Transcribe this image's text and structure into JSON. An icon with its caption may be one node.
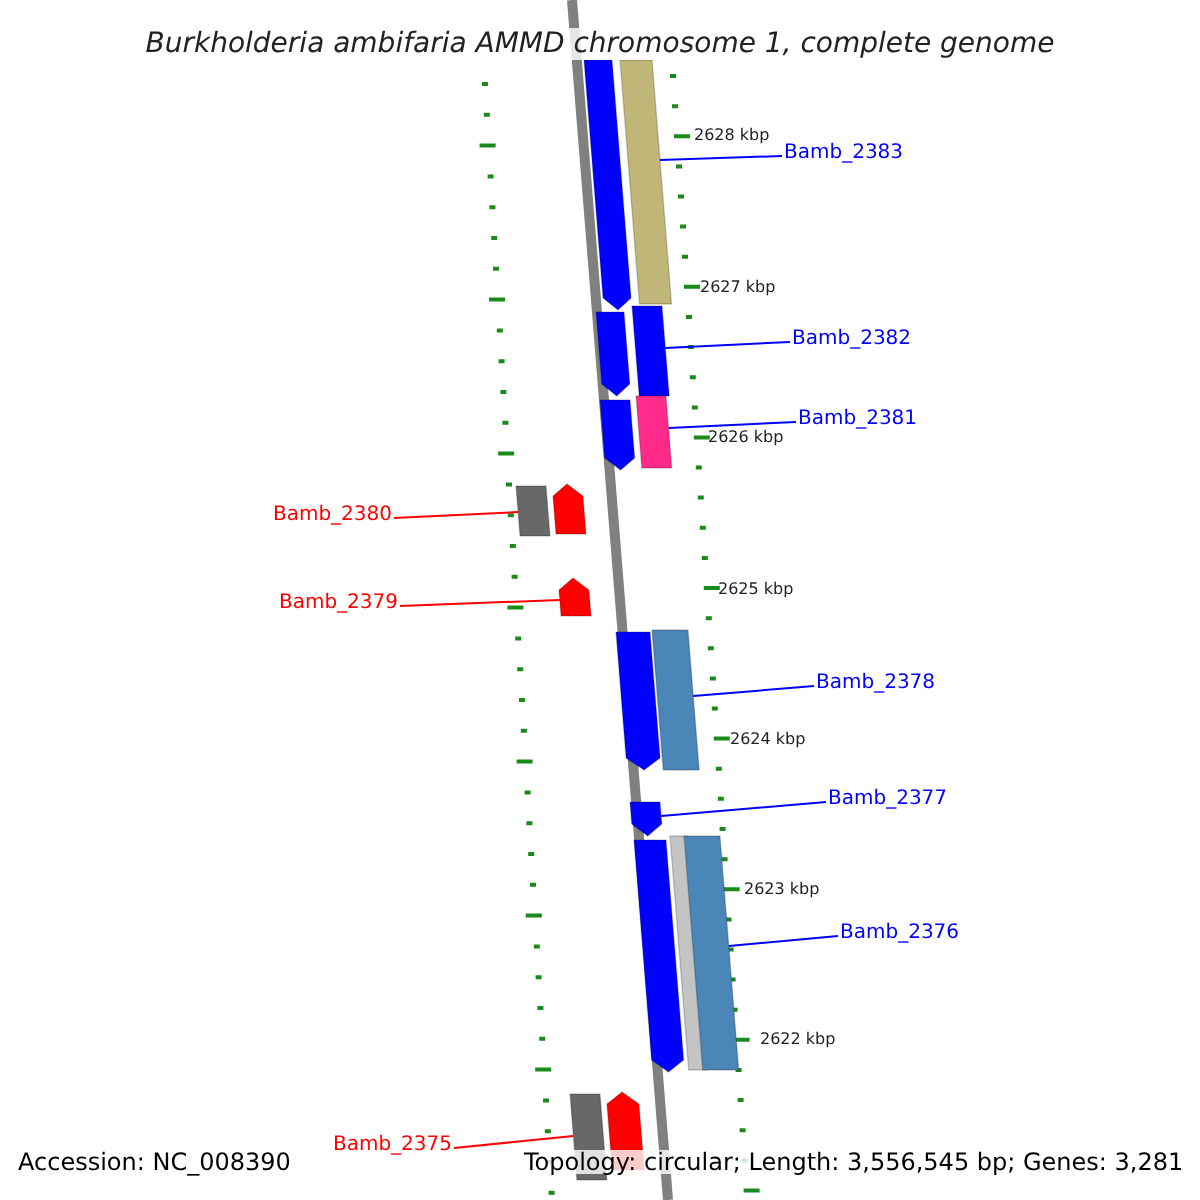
{
  "diagram": {
    "title": "Burkholderia ambifaria AMMD chromosome 1, complete genome",
    "nodes": [
      {
        "text": [
          "Bamb_2383"
        ]
      },
      {
        "text": [
          "Bamb_2382"
        ]
      },
      {
        "text": [
          "Bamb_2381"
        ]
      },
      {
        "text": [
          "Bamb_2380"
        ]
      },
      {
        "text": [
          "Bamb_2379"
        ]
      },
      {
        "text": [
          "Bamb_2378"
        ]
      },
      {
        "text": [
          "Bamb_2377"
        ]
      },
      {
        "text": [
          "Bamb_2376"
        ]
      },
      {
        "text": [
          "Bamb_2375"
        ]
      },
      {
        "text": [],
        "shape": "pentagon"
      },
      {
        "text": [],
        "shape": "bar"
      },
      {
        "text": [],
        "shape": "pentagon"
      },
      {
        "text": [],
        "shape": "bar"
      },
      {
        "text": [],
        "shape": "pentagon"
      },
      {
        "text": [],
        "shape": "bar"
      },
      {
        "text": [],
        "shape": "bar"
      },
      {
        "text": [],
        "shape": "pentagon"
      },
      {
        "text": [],
        "shape": "pentagon"
      },
      {
        "text": [],
        "shape": "pentagon"
      },
      {
        "text": [],
        "shape": "bar"
      },
      {
        "text": [],
        "shape": "pentagon"
      },
      {
        "text": [],
        "shape": "pentagon"
      },
      {
        "text": [],
        "shape": "bar"
      },
      {
        "text": [],
        "shape": "bar"
      },
      {
        "text": [],
        "shape": "bar"
      },
      {
        "text": [],
        "shape": "pentagon"
      }
    ],
    "edges": [
      {
        "from": 0,
        "to": 10,
        "arrow": "none"
      },
      {
        "from": 1,
        "to": 12,
        "arrow": "none"
      },
      {
        "from": 2,
        "to": 14,
        "arrow": "none"
      },
      {
        "from": 3,
        "to": 15,
        "arrow": "none",
        "color": "#ff0000"
      },
      {
        "from": 4,
        "to": 17,
        "arrow": "none",
        "color": "#ff0000"
      },
      {
        "from": 5,
        "to": 19,
        "arrow": "none"
      },
      {
        "from": 6,
        "to": 20,
        "arrow": "none"
      },
      {
        "from": 7,
        "to": 23,
        "arrow": "none"
      },
      {
        "from": 8,
        "to": 24,
        "arrow": "none",
        "color": "#ff0000"
      }
    ],
    "labels": [
      "2628 kbp",
      "2627 kbp",
      "2626 kbp",
      "2625 kbp",
      "2624 kbp",
      "2623 kbp",
      "2622 kbp",
      "Accession: NC_008390",
      "Topology: circular; Length: 3,556,545 bp; Genes: 3,281"
    ]
  }
}
